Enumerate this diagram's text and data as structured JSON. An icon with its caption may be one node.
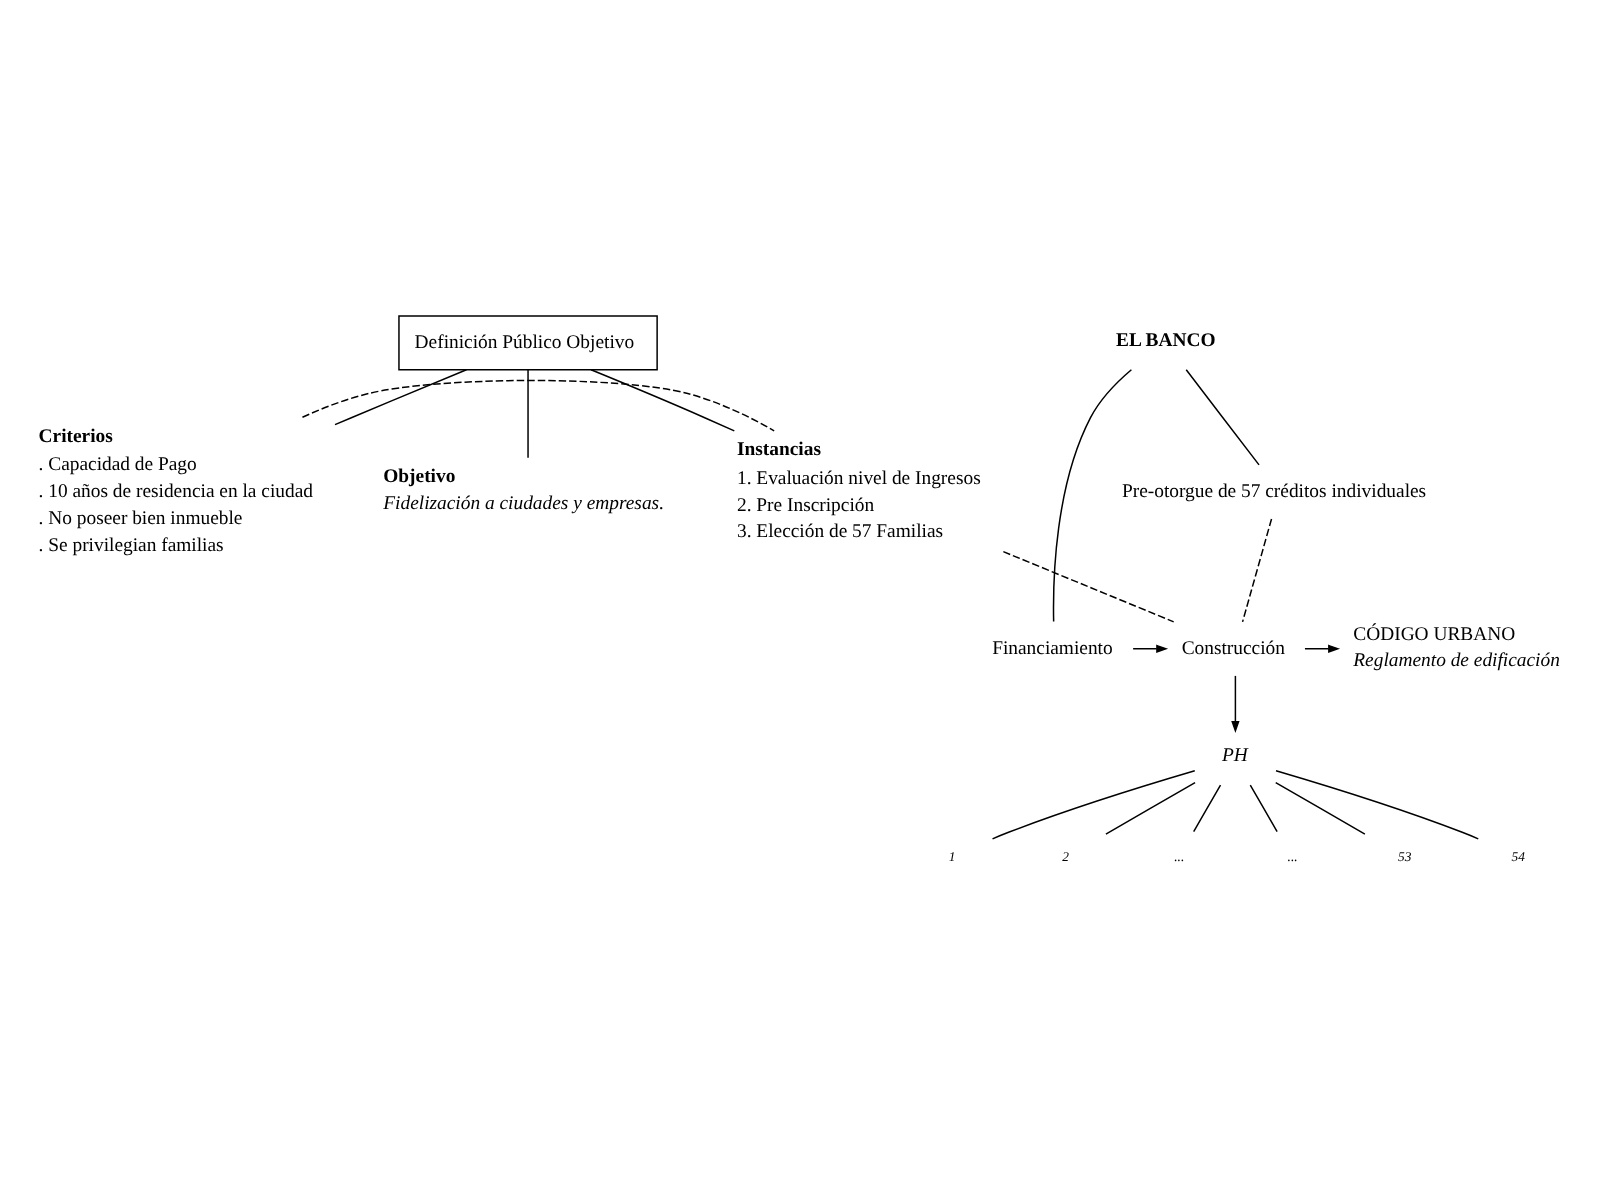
{
  "diagram": {
    "nodes": [
      {
        "text": [
          "Definición Público Objetivo"
        ]
      },
      {
        "text": [
          "Objetivo",
          "Fidelización a ciudades y empresas."
        ]
      },
      {
        "text": [
          "Criterios",
          ". Capacidad de Pago",
          ". 10 años de residencia en la ciudad",
          ". No poseer bien inmueble",
          ". Se privilegian familias"
        ]
      },
      {
        "text": [
          "Instancias",
          "1. Evaluación nivel de Ingresos",
          "2. Pre Inscripción",
          "3. Elección de 57 Familias"
        ]
      },
      {
        "text": [
          "EL BANCO"
        ]
      },
      {
        "text": [
          "Pre-otorgue de 57 créditos individuales"
        ]
      },
      {
        "text": [
          "Financiamiento"
        ]
      },
      {
        "text": [
          "Construcción"
        ]
      },
      {
        "text": [
          "CÓDIGO URBANO",
          "Reglamento de edificación"
        ]
      },
      {
        "text": [
          "PH"
        ]
      },
      {
        "text": [
          "1"
        ]
      },
      {
        "text": [
          "2"
        ]
      },
      {
        "text": [
          "..."
        ]
      },
      {
        "text": [
          "..."
        ]
      },
      {
        "text": [
          "53"
        ]
      },
      {
        "text": [
          "54"
        ]
      }
    ],
    "edges": [
      {
        "from": 0,
        "to": 1,
        "arrow": "none"
      },
      {
        "from": 0,
        "to": 2,
        "arrow": "none"
      },
      {
        "from": 0,
        "to": 3,
        "arrow": "none"
      },
      {
        "from": 2,
        "to": 3,
        "arrow": "none",
        "style": "dashed"
      },
      {
        "from": 3,
        "to": 7,
        "arrow": "none",
        "style": "dashed"
      },
      {
        "from": 5,
        "to": 7,
        "arrow": "none",
        "style": "dashed"
      },
      {
        "from": 4,
        "to": 5,
        "arrow": "none"
      },
      {
        "from": 4,
        "to": 6,
        "arrow": "none"
      },
      {
        "from": 6,
        "to": 7,
        "arrow": "to"
      },
      {
        "from": 7,
        "to": 8,
        "arrow": "to"
      },
      {
        "from": 7,
        "to": 9,
        "arrow": "to"
      },
      {
        "from": 9,
        "to": 10,
        "arrow": "none"
      },
      {
        "from": 9,
        "to": 11,
        "arrow": "none"
      },
      {
        "from": 9,
        "to": 12,
        "arrow": "none"
      },
      {
        "from": 9,
        "to": 13,
        "arrow": "none"
      },
      {
        "from": 9,
        "to": 14,
        "arrow": "none"
      },
      {
        "from": 9,
        "to": 15,
        "arrow": "none"
      }
    ]
  }
}
